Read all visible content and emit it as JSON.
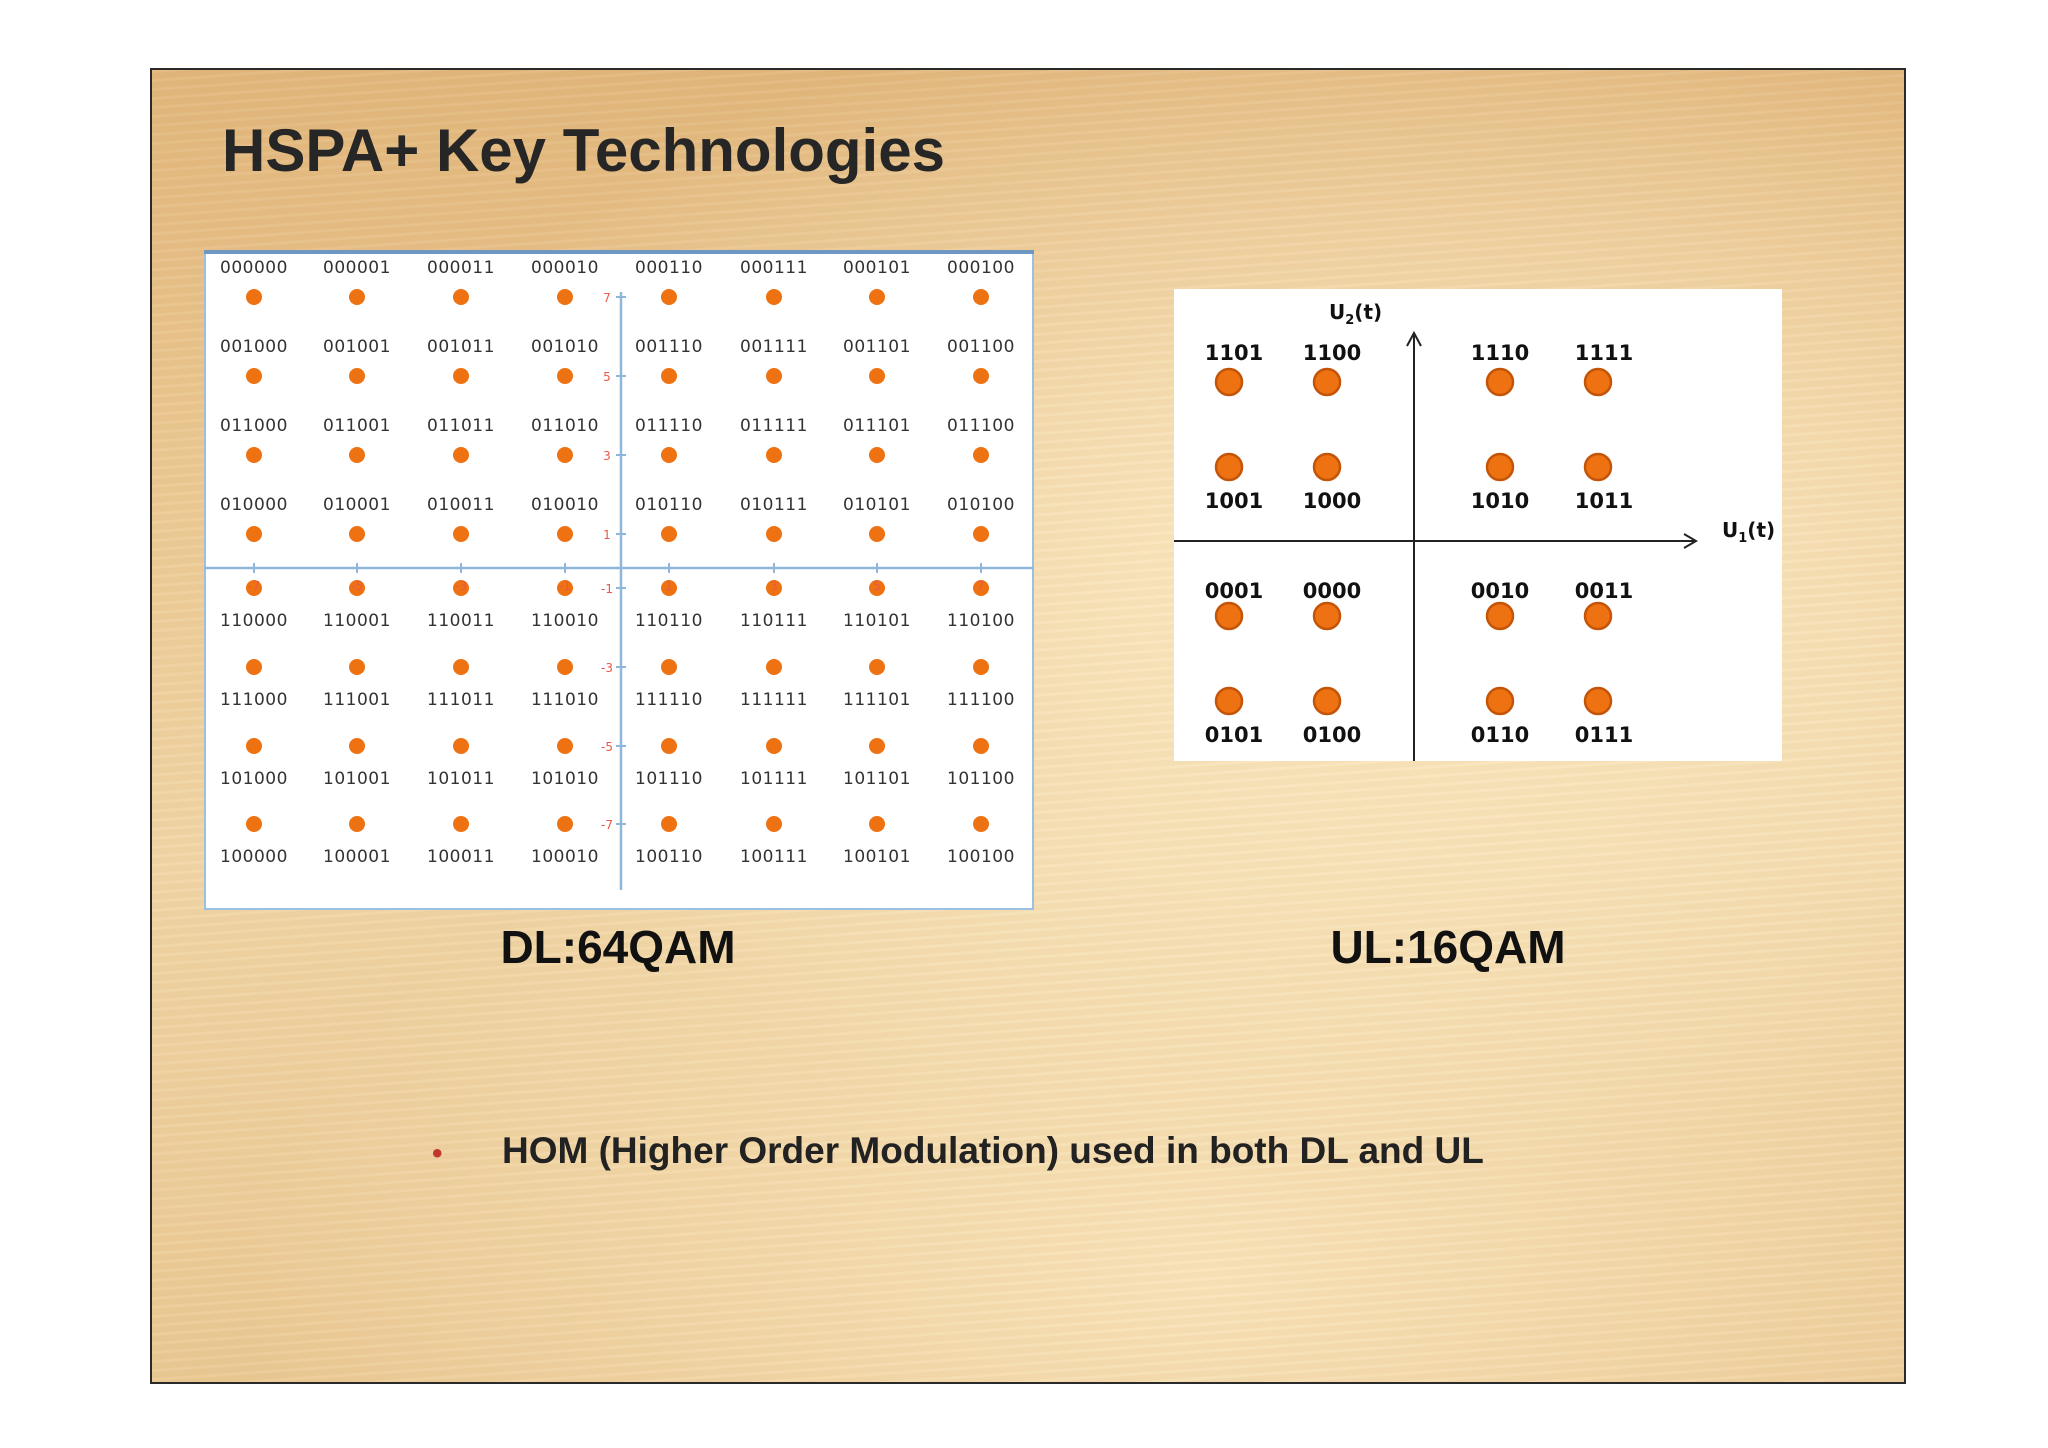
{
  "slide": {
    "title": "HSPA+ Key Technologies",
    "dl_caption": "DL:64QAM",
    "ul_caption": "UL:16QAM",
    "bullet": "HOM (Higher Order Modulation) used in both DL and UL"
  },
  "colors": {
    "dot": "#ee7212",
    "dot_stroke": "#c45508",
    "axis_blue": "#8fb7dc",
    "tick_red": "#e8584a"
  },
  "dl_64qam": {
    "labels": [
      [
        "000000",
        "000001",
        "000011",
        "000010",
        "000110",
        "000111",
        "000101",
        "000100"
      ],
      [
        "001000",
        "001001",
        "001011",
        "001010",
        "001110",
        "001111",
        "001101",
        "001100"
      ],
      [
        "011000",
        "011001",
        "011011",
        "011010",
        "011110",
        "011111",
        "011101",
        "011100"
      ],
      [
        "010000",
        "010001",
        "010011",
        "010010",
        "010110",
        "010111",
        "010101",
        "010100"
      ],
      [
        "110000",
        "110001",
        "110011",
        "110010",
        "110110",
        "110111",
        "110101",
        "110100"
      ],
      [
        "111000",
        "111001",
        "111011",
        "111010",
        "111110",
        "111111",
        "111101",
        "111100"
      ],
      [
        "101000",
        "101001",
        "101011",
        "101010",
        "101110",
        "101111",
        "101101",
        "101100"
      ],
      [
        "100000",
        "100001",
        "100011",
        "100010",
        "100110",
        "100111",
        "100101",
        "100100"
      ]
    ],
    "y_ticks": [
      "7",
      "5",
      "3",
      "1",
      "-1",
      "-3",
      "-5",
      "-7"
    ],
    "x_ticks": [
      "-7",
      "-5",
      "-3",
      "-1",
      "1",
      "3",
      "5",
      "7"
    ]
  },
  "ul_16qam": {
    "x_axis_label": "U",
    "x_axis_sub": "1",
    "x_axis_suffix": "(t)",
    "y_axis_label": "U",
    "y_axis_sub": "2",
    "y_axis_suffix": "(t)",
    "points": [
      {
        "label": "1101",
        "i": -3,
        "q": 3
      },
      {
        "label": "1100",
        "i": -1,
        "q": 3
      },
      {
        "label": "1110",
        "i": 1,
        "q": 3
      },
      {
        "label": "1111",
        "i": 3,
        "q": 3
      },
      {
        "label": "1001",
        "i": -3,
        "q": 1
      },
      {
        "label": "1000",
        "i": -1,
        "q": 1
      },
      {
        "label": "1010",
        "i": 1,
        "q": 1
      },
      {
        "label": "1011",
        "i": 3,
        "q": 1
      },
      {
        "label": "0001",
        "i": -3,
        "q": -1
      },
      {
        "label": "0000",
        "i": -1,
        "q": -1
      },
      {
        "label": "0010",
        "i": 1,
        "q": -1
      },
      {
        "label": "0011",
        "i": 3,
        "q": -1
      },
      {
        "label": "0101",
        "i": -3,
        "q": -3
      },
      {
        "label": "0100",
        "i": -1,
        "q": -3
      },
      {
        "label": "0110",
        "i": 1,
        "q": -3
      },
      {
        "label": "0111",
        "i": 3,
        "q": -3
      }
    ]
  }
}
